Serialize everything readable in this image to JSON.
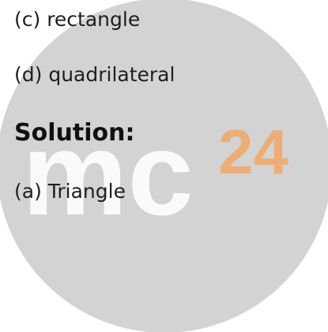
{
  "options": {
    "c": "(c) rectangle",
    "d": "(d) quadrilateral"
  },
  "solution": {
    "heading": "Solution:",
    "answer": "(a) Triangle"
  },
  "watermark": {
    "letters": "mc",
    "number": "24",
    "circle_color": "#c4c4c4",
    "letters_color": "#ffffff",
    "number_color": "#f4a460"
  }
}
